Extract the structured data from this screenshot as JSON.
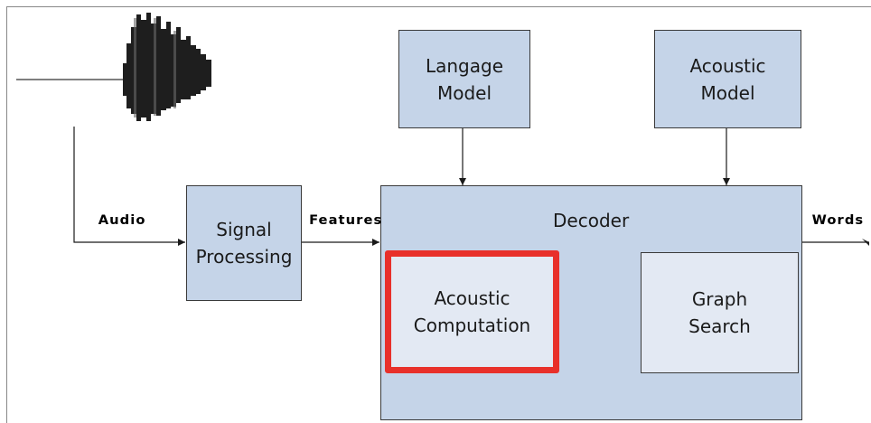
{
  "boxes": {
    "language_model": "Langage\nModel",
    "acoustic_model": "Acoustic\nModel",
    "signal_processing": "Signal\nProcessing",
    "decoder": "Decoder",
    "acoustic_computation": "Acoustic\nComputation",
    "graph_search": "Graph\nSearch"
  },
  "flow_labels": {
    "audio": "Audio",
    "features": "Features",
    "words": "Words"
  },
  "colors": {
    "box_fill": "#c5d4e8",
    "inner_box_fill": "#e3e9f3",
    "highlight": "#e8302a",
    "arrow": "#1a1a1a"
  }
}
